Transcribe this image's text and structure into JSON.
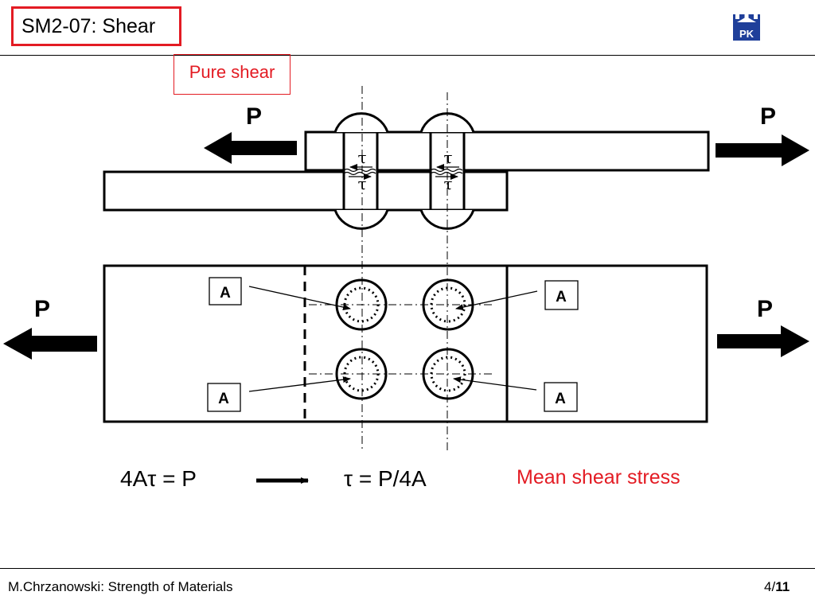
{
  "header": {
    "title": "SM2-07: Shear"
  },
  "logo": {
    "text": "PK"
  },
  "diagram": {
    "label": "Pure shear",
    "force_label": "P",
    "stress_symbol": "τ",
    "area_label": "A"
  },
  "equations": {
    "left": "4Aτ = P",
    "right": "τ = P/4A",
    "note": "Mean shear stress"
  },
  "footer": {
    "author": "M.Chrzanowski: Strength of Materials",
    "page": "4/",
    "total": "11"
  },
  "colors": {
    "accent": "#e31b23",
    "logo_blue": "#1f3f9a"
  }
}
